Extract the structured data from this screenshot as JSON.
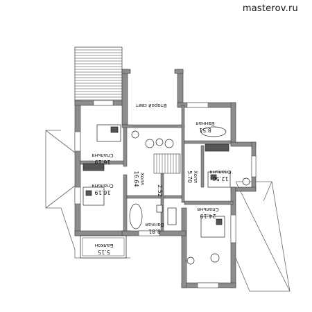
{
  "watermark": "masterov.ru",
  "rooms": {
    "bedroom_nw": {
      "name": "Спальня",
      "area": "16.19"
    },
    "bedroom_w": {
      "name": "Спальня",
      "area": "16.19"
    },
    "hall_center": {
      "name": "Холл",
      "area": "16.64"
    },
    "void": {
      "name": "Второй свет",
      "area": ""
    },
    "bath_ne": {
      "name": "Ванная",
      "area": "8.51"
    },
    "bedroom_ne": {
      "name": "Спальня",
      "area": "12.56"
    },
    "hall_east": {
      "name": "Холл",
      "area": "5.70"
    },
    "wc": {
      "name": "",
      "area": "2.52"
    },
    "bath_center": {
      "name": "Ванная",
      "area": "8.81"
    },
    "bedroom_se": {
      "name": "Спальня",
      "area": "24.19"
    },
    "balcony": {
      "name": "Балкон",
      "area": "5.15"
    }
  },
  "colors": {
    "wall": "#8c8c8c",
    "wall_edge": "#3a3a3a",
    "roof_line": "#555555",
    "furniture": "#222222"
  }
}
